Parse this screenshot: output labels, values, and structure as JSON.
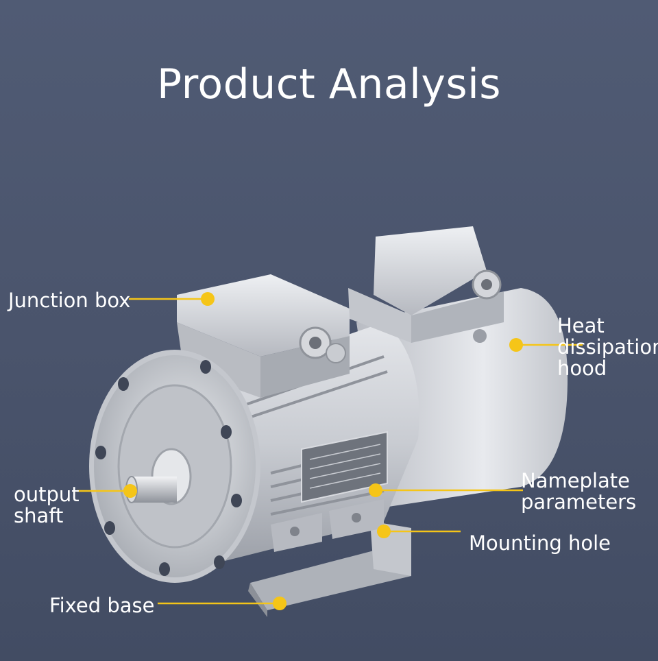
{
  "page": {
    "title": "Product Analysis",
    "accent_color": "#f5c518",
    "background_color": "#4b556d"
  },
  "callouts": {
    "junction_box": "Junction box",
    "heat_hood_line1": "Heat",
    "heat_hood_line2": "dissipation",
    "heat_hood_line3": "hood",
    "output_shaft_line1": "output",
    "output_shaft_line2": "shaft",
    "nameplate_line1": "Nameplate",
    "nameplate_line2": "parameters",
    "mounting_hole": "Mounting hole",
    "fixed_base": "Fixed base"
  }
}
